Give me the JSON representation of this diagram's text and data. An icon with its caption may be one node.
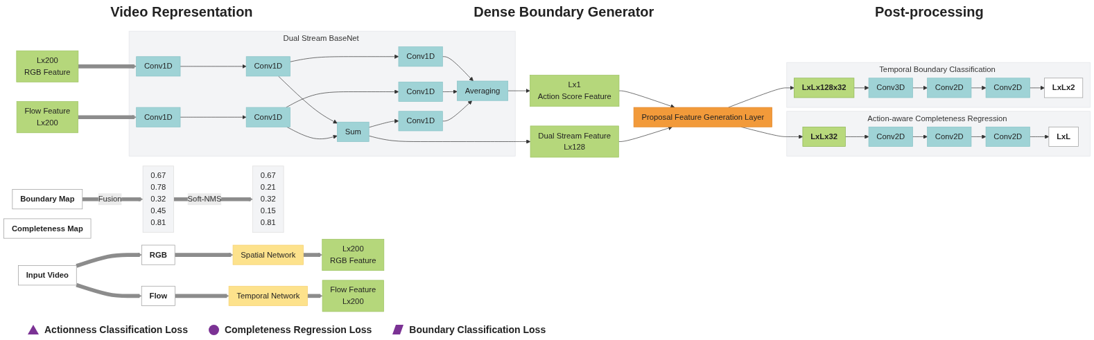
{
  "diagram": {
    "nodes": [
      {
        "text": [
          "Input Video"
        ]
      },
      {
        "text": [
          "RGB"
        ]
      },
      {
        "text": [
          "Flow"
        ]
      },
      {
        "text": [
          "Spatial Network"
        ]
      },
      {
        "text": [
          "Temporal Network"
        ]
      },
      {
        "text": [
          "Lx200",
          "RGB Feature"
        ]
      },
      {
        "text": [
          "Flow Feature",
          "Lx200"
        ]
      },
      {
        "text": [
          "Lx200",
          "RGB Feature"
        ]
      },
      {
        "text": [
          "Flow Feature",
          "Lx200"
        ]
      },
      {
        "text": [
          "Dual  Stream BaseNet"
        ]
      },
      {
        "text": [
          "Conv1D"
        ],
        "in": 9
      },
      {
        "text": [
          "Conv1D"
        ],
        "in": 9
      },
      {
        "text": [
          "Conv1D"
        ],
        "in": 9
      },
      {
        "text": [
          "Conv1D"
        ],
        "in": 9
      },
      {
        "text": [
          "Conv1D"
        ],
        "in": 9
      },
      {
        "text": [
          "Conv1D"
        ],
        "in": 9
      },
      {
        "text": [
          "Sum"
        ],
        "in": 9
      },
      {
        "text": [
          "Conv1D"
        ],
        "in": 9
      },
      {
        "text": [
          "Averaging"
        ],
        "in": 9
      },
      {
        "text": [
          "Lx1",
          "Action Score Feature"
        ]
      },
      {
        "text": [
          "Dual Stream  Feature",
          "Lx128"
        ]
      },
      {
        "text": [
          "Proposal Feature Generation Layer"
        ]
      },
      {
        "text": [
          "Action-aware Completeness Regression"
        ]
      },
      {
        "text": [
          "LxLx32"
        ],
        "in": 22
      },
      {
        "text": [
          "Conv2D"
        ],
        "in": 22
      },
      {
        "text": [
          "Conv2D"
        ],
        "in": 22
      },
      {
        "text": [
          "Conv2D"
        ],
        "in": 22
      },
      {
        "text": [
          "LxL"
        ],
        "in": 22
      },
      {
        "text": [
          "Temporal Boundary Classification"
        ]
      },
      {
        "text": [
          "LxLx128x32"
        ],
        "in": 28
      },
      {
        "text": [
          "Conv3D"
        ],
        "in": 28
      },
      {
        "text": [
          "Conv2D"
        ],
        "in": 28
      },
      {
        "text": [
          "Conv2D"
        ],
        "in": 28
      },
      {
        "text": [
          "LxLx2"
        ],
        "in": 28
      },
      {
        "text": [
          "Completeness Map"
        ]
      },
      {
        "text": [
          "Boundary Map"
        ]
      },
      {
        "text": [
          "0.67",
          "0.78",
          "0.32",
          "0.45",
          "0.81"
        ]
      },
      {
        "text": [
          "0.67",
          "0.21",
          "0.32",
          "0.15",
          "0.81"
        ]
      }
    ],
    "edges": [
      {
        "from": 0,
        "to": 1,
        "arrow": "to",
        "style": "thick",
        "color": "#8c8c8c"
      },
      {
        "from": 0,
        "to": 2,
        "arrow": "to",
        "style": "thick",
        "color": "#8c8c8c"
      },
      {
        "from": 1,
        "to": 3,
        "arrow": "to",
        "style": "thick",
        "color": "#8c8c8c"
      },
      {
        "from": 2,
        "to": 4,
        "arrow": "to",
        "style": "thick",
        "color": "#8c8c8c"
      },
      {
        "from": 3,
        "to": 5,
        "arrow": "to",
        "style": "thick",
        "color": "#8c8c8c"
      },
      {
        "from": 4,
        "to": 6,
        "arrow": "to",
        "style": "thick",
        "color": "#8c8c8c"
      },
      {
        "from": 7,
        "to": 10,
        "arrow": "to",
        "style": "thick",
        "color": "#8c8c8c"
      },
      {
        "from": 8,
        "to": 13,
        "arrow": "to",
        "style": "thick",
        "color": "#8c8c8c"
      },
      {
        "from": 10,
        "to": 11,
        "arrow": "to"
      },
      {
        "from": 11,
        "to": 12,
        "arrow": "to"
      },
      {
        "from": 11,
        "to": 16,
        "arrow": "to"
      },
      {
        "from": 13,
        "to": 14,
        "arrow": "to"
      },
      {
        "from": 14,
        "to": 15,
        "arrow": "to"
      },
      {
        "from": 14,
        "to": 16,
        "arrow": "to"
      },
      {
        "from": 16,
        "to": 17,
        "arrow": "to"
      },
      {
        "from": 12,
        "to": 18,
        "arrow": "to"
      },
      {
        "from": 15,
        "to": 18,
        "arrow": "to"
      },
      {
        "from": 17,
        "to": 18,
        "arrow": "to"
      },
      {
        "from": 18,
        "to": 19,
        "arrow": "to"
      },
      {
        "from": 16,
        "to": 20,
        "arrow": "to"
      },
      {
        "from": 19,
        "to": 21,
        "arrow": "to"
      },
      {
        "from": 20,
        "to": 21,
        "arrow": "to"
      },
      {
        "from": 21,
        "to": 23,
        "arrow": "to"
      },
      {
        "from": 23,
        "to": 24,
        "arrow": "to"
      },
      {
        "from": 24,
        "to": 25,
        "arrow": "to"
      },
      {
        "from": 25,
        "to": 26,
        "arrow": "to"
      },
      {
        "from": 26,
        "to": 27,
        "arrow": "to"
      },
      {
        "from": 21,
        "to": 29,
        "arrow": "to"
      },
      {
        "from": 29,
        "to": 30,
        "arrow": "to"
      },
      {
        "from": 30,
        "to": 31,
        "arrow": "to"
      },
      {
        "from": 31,
        "to": 32,
        "arrow": "to"
      },
      {
        "from": 32,
        "to": 33,
        "arrow": "to"
      },
      {
        "from": 35,
        "to": 36,
        "label": "Fusion",
        "arrow": "to",
        "style": "thick",
        "color": "#8c8c8c"
      },
      {
        "from": 36,
        "to": 37,
        "label": "Soft-NMS",
        "arrow": "to",
        "style": "thick",
        "color": "#8c8c8c"
      }
    ],
    "labels": [
      "Video Representation",
      "Dense Boundary Generator",
      "Post-processing"
    ],
    "legend": [
      {
        "text": "Actionness Classification Loss"
      },
      {
        "text": "Completeness Regression Loss"
      },
      {
        "text": "Boundary Classification Loss"
      }
    ]
  }
}
